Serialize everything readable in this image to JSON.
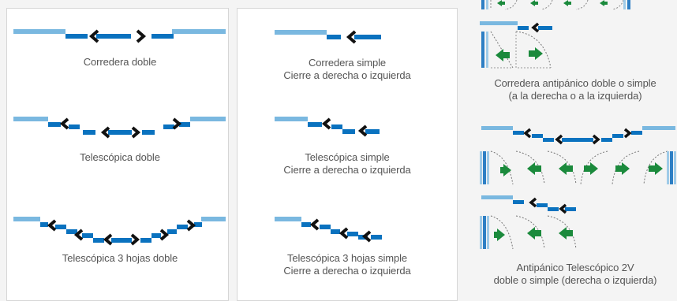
{
  "colors": {
    "rail_light": "#7ab8e0",
    "rail_dark": "#0a72bf",
    "arrow": "#111111",
    "frame": "#2e7fc4",
    "frame_light": "#9fcbe8",
    "swing_green": "#1b8a3c",
    "caption": "#555555"
  },
  "diagrams": {
    "corredera_doble": {
      "caption": [
        "Corredera doble"
      ]
    },
    "telescopica_doble": {
      "caption": [
        "Telescópica doble"
      ]
    },
    "telescopica_3_hojas_doble": {
      "caption": [
        "Telescópica 3 hojas doble"
      ]
    },
    "corredera_simple": {
      "caption": [
        "Corredera simple",
        "Cierre a derecha o izquierda"
      ]
    },
    "telescopica_simple": {
      "caption": [
        "Telescópica simple",
        "Cierre a derecha o izquierda"
      ]
    },
    "telescopica_3_hojas_simple": {
      "caption": [
        "Telescópica 3 hojas simple",
        "Cierre a derecha o izquierda"
      ]
    },
    "corredera_antipanico": {
      "caption": [
        "Corredera antipánico doble o simple",
        "(a la derecha o a  la izquierda)"
      ]
    },
    "antipanico_telescopico_2v": {
      "caption": [
        "Antipánico Telescópico 2V",
        "doble o simple (derecha o izquierda)"
      ]
    }
  },
  "icons": [
    "left-arrow-icon",
    "right-arrow-icon",
    "swing-leaf-icon",
    "emergency-exit-icon"
  ]
}
